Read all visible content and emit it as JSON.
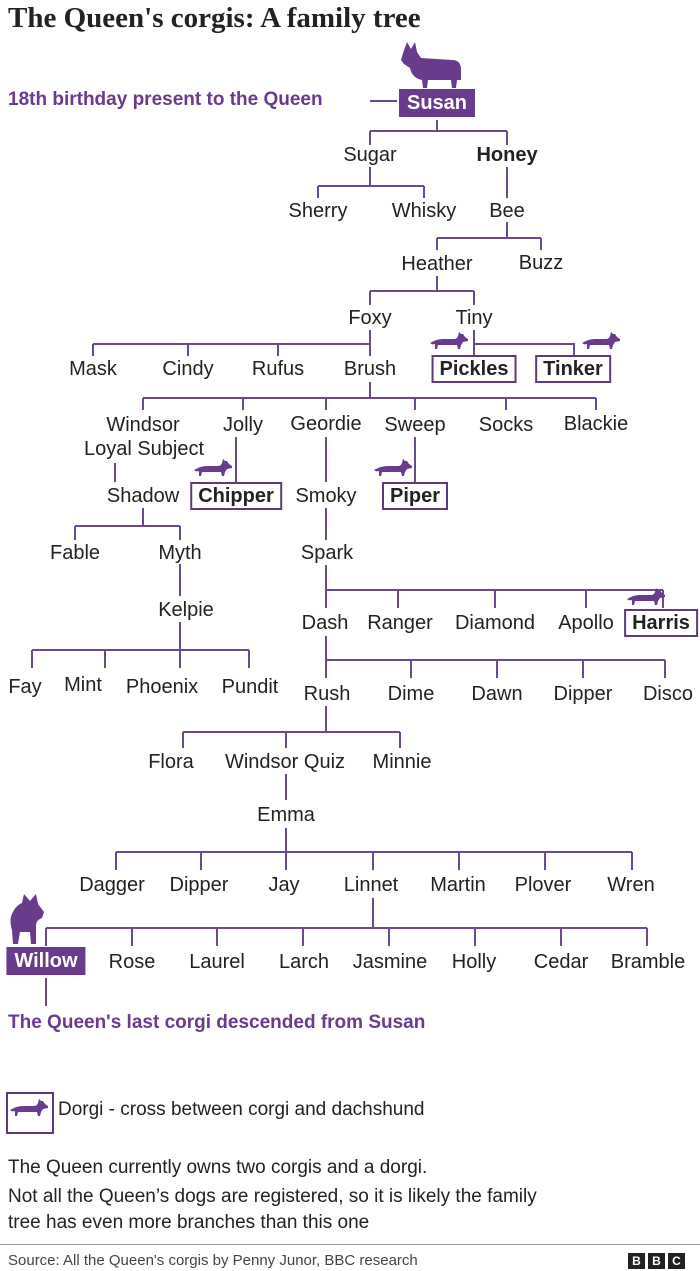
{
  "title": "The Queen's corgis: A family tree",
  "annotations": {
    "birthday": "18th birthday present to the Queen",
    "last": "The Queen's last corgi descended from Susan"
  },
  "dogs": {
    "susan": "Susan",
    "sugar": "Sugar",
    "honey": "Honey",
    "sherry": "Sherry",
    "whisky": "Whisky",
    "bee": "Bee",
    "heather": "Heather",
    "buzz": "Buzz",
    "foxy": "Foxy",
    "tiny": "Tiny",
    "mask": "Mask",
    "cindy": "Cindy",
    "rufus": "Rufus",
    "brush": "Brush",
    "pickles": "Pickles",
    "tinker": "Tinker",
    "windsor": "Windsor",
    "jolly": "Jolly",
    "geordie": "Geordie",
    "sweep": "Sweep",
    "socks": "Socks",
    "blackie": "Blackie",
    "loyal_subject": "Loyal Subject",
    "shadow": "Shadow",
    "chipper": "Chipper",
    "smoky": "Smoky",
    "piper": "Piper",
    "fable": "Fable",
    "myth": "Myth",
    "spark": "Spark",
    "kelpie": "Kelpie",
    "dash": "Dash",
    "ranger": "Ranger",
    "diamond": "Diamond",
    "apollo": "Apollo",
    "harris": "Harris",
    "fay": "Fay",
    "mint": "Mint",
    "phoenix": "Phoenix",
    "pundit": "Pundit",
    "rush": "Rush",
    "dime": "Dime",
    "dawn": "Dawn",
    "dipper": "Dipper",
    "disco": "Disco",
    "flora": "Flora",
    "windsor_quiz": "Windsor Quiz",
    "minnie": "Minnie",
    "emma": "Emma",
    "dagger": "Dagger",
    "dipper2": "Dipper",
    "jay": "Jay",
    "linnet": "Linnet",
    "martin": "Martin",
    "plover": "Plover",
    "wren": "Wren",
    "willow": "Willow",
    "rose": "Rose",
    "laurel": "Laurel",
    "larch": "Larch",
    "jasmine": "Jasmine",
    "holly": "Holly",
    "cedar": "Cedar",
    "bramble": "Bramble"
  },
  "legend": {
    "dorgi": "Dorgi - cross between corgi and dachshund"
  },
  "footnotes": {
    "line1": "The Queen currently owns two corgis and a dorgi.",
    "line2": "Not all the Queen’s dogs are registered, so it is likely the family",
    "line3": "tree has even more branches than this one"
  },
  "source": "Source: All the Queen's corgis by Penny Junor, BBC research",
  "logo": [
    "B",
    "B",
    "C"
  ],
  "colors": {
    "accent": "#6a3a8c",
    "line": "#6a4a8c"
  },
  "icons": {
    "corgi": "corgi-icon",
    "dorgi": "dorgi-icon"
  }
}
